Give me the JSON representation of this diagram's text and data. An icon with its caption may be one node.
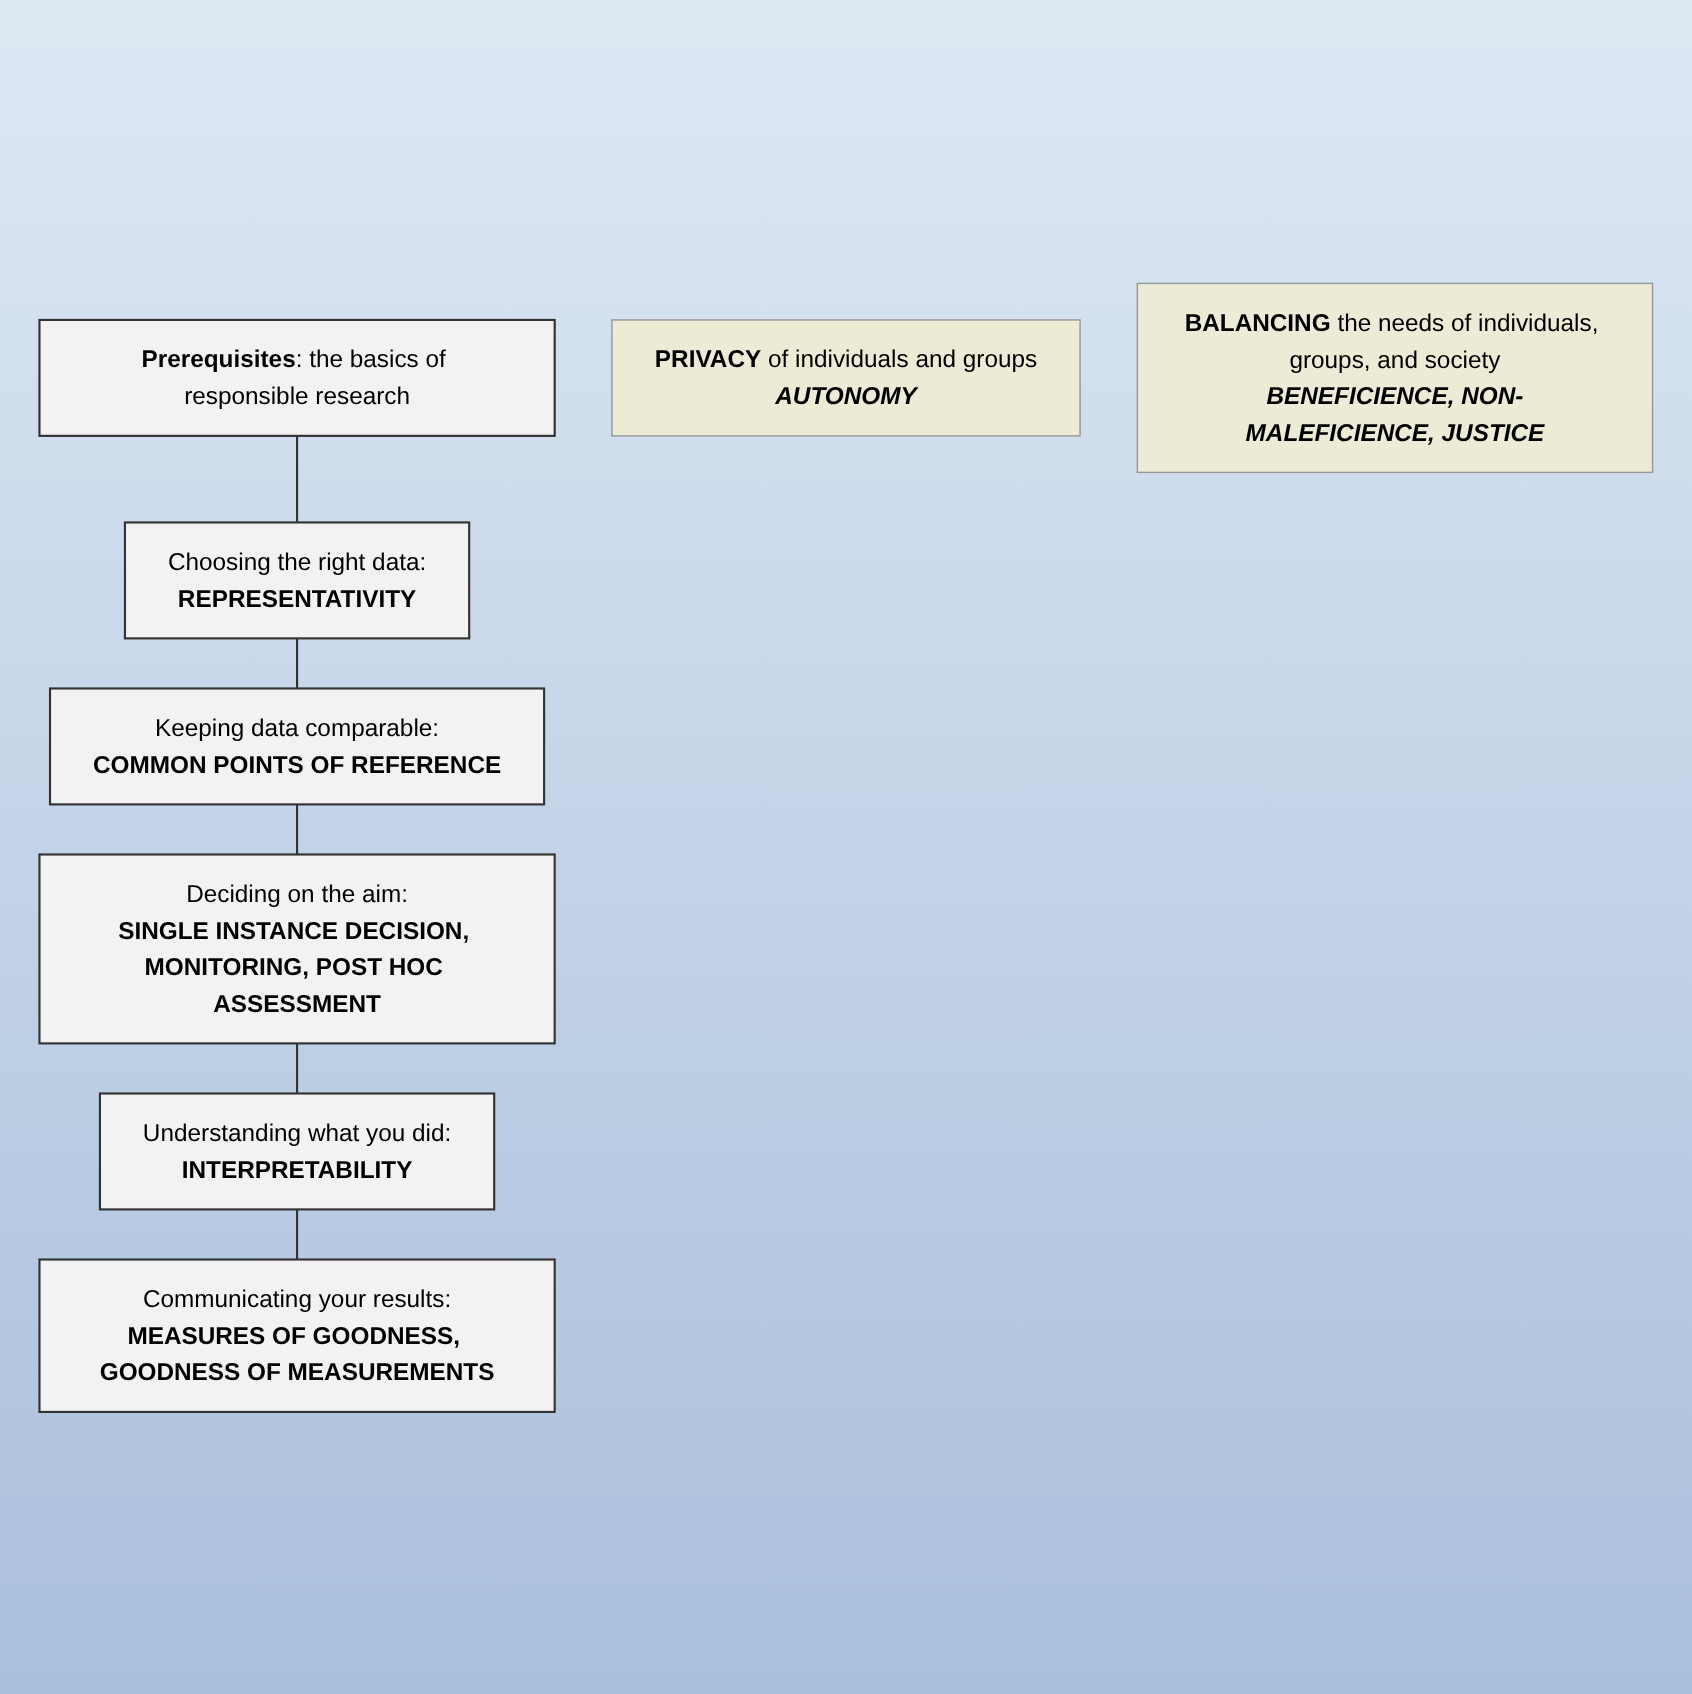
{
  "diagram": {
    "nodes": [
      {
        "text": [
          "**Prerequisites**: the basics of responsible research"
        ]
      },
      {
        "text": [
          "Choosing the right data:",
          "REPRESENTATIVITY"
        ]
      },
      {
        "text": [
          "Keeping data comparable:",
          "COMMON POINTS OF REFERENCE"
        ]
      },
      {
        "text": [
          "Deciding on the aim:",
          "SINGLE INSTANCE DECISION, MONITORING, POST HOC ASSESSMENT"
        ]
      },
      {
        "text": [
          "Understanding what you did:",
          "INTERPRETABILITY"
        ]
      },
      {
        "text": [
          "Communicating your results:",
          "MEASURES OF GOODNESS, GOODNESS OF MEASUREMENTS"
        ]
      },
      {
        "text": [
          "**PRIVACY** of individuals and groups",
          "AUTONOMY"
        ]
      },
      {
        "text": [
          "**BALANCING** the needs of individuals, groups, and society",
          "BENEFICIENCE, NON-MALEFICIENCE, JUSTICE"
        ]
      }
    ],
    "edges": [
      {
        "from": 0,
        "to": 1,
        "arrow": "none"
      },
      {
        "from": 1,
        "to": 2,
        "arrow": "none"
      },
      {
        "from": 2,
        "to": 3,
        "arrow": "none"
      },
      {
        "from": 3,
        "to": 4,
        "arrow": "none"
      },
      {
        "from": 4,
        "to": 5,
        "arrow": "none"
      }
    ]
  }
}
